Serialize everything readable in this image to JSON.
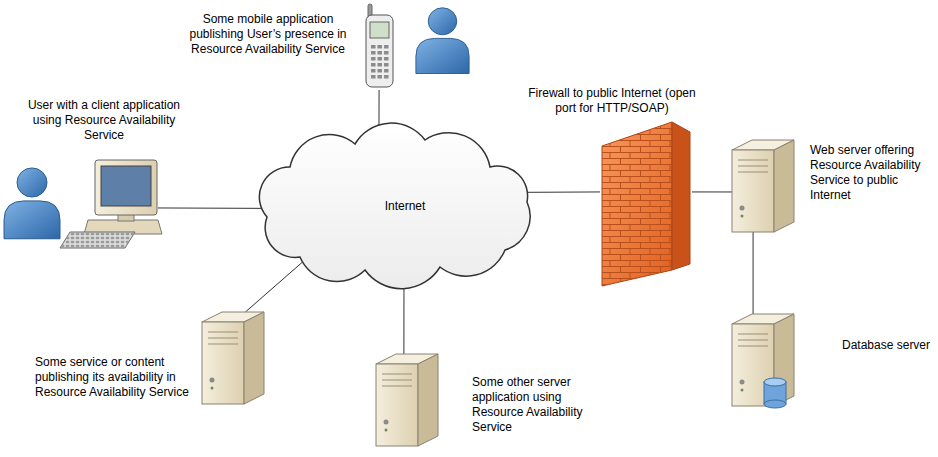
{
  "diagram": {
    "nodes": [
      {
        "text": [
          "Some mobile application publishing User’s presence in Resource Availability Service"
        ]
      },
      {
        "text": [
          "User with a client application using Resource Availability Service"
        ]
      },
      {
        "text": [
          "Firewall to public Internet (open port for HTTP/SOAP)"
        ]
      },
      {
        "text": [
          "Web server offering Resource Availability Service to public Internet"
        ]
      },
      {
        "text": [
          "Internet"
        ]
      },
      {
        "text": [
          "Database server"
        ]
      },
      {
        "text": [
          "Some service or content publishing its availability in Resource Availability Service"
        ]
      },
      {
        "text": [
          "Some other server application using Resource Availability Service"
        ]
      }
    ],
    "edges": [
      {
        "from": 4,
        "to": 0,
        "arrow": "none"
      },
      {
        "from": 4,
        "to": 1,
        "arrow": "none"
      },
      {
        "from": 4,
        "to": 2,
        "arrow": "none"
      },
      {
        "from": 2,
        "to": 3,
        "arrow": "none"
      },
      {
        "from": 3,
        "to": 5,
        "arrow": "none"
      },
      {
        "from": 4,
        "to": 6,
        "arrow": "none"
      },
      {
        "from": 4,
        "to": 7,
        "arrow": "none"
      }
    ]
  }
}
